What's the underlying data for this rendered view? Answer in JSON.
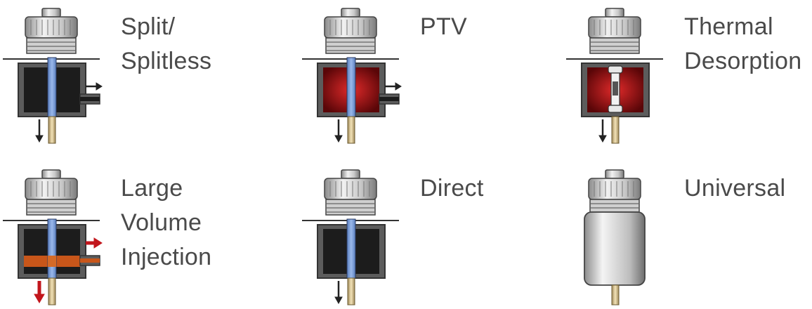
{
  "injectors": [
    {
      "id": "split-splitless",
      "label_lines": [
        "Split/",
        "Splitless"
      ],
      "body_color": "#1c1c1c",
      "arrow_color": "#222222",
      "variant": "split"
    },
    {
      "id": "ptv",
      "label_lines": [
        "PTV"
      ],
      "body_color": "#b0161c",
      "arrow_color": "#222222",
      "variant": "ptv"
    },
    {
      "id": "thermal-desorption",
      "label_lines": [
        "Thermal",
        "Desorption"
      ],
      "body_color": "#b0161c",
      "arrow_color": "#222222",
      "variant": "thermal"
    },
    {
      "id": "large-volume-injection",
      "label_lines": [
        "Large Volume",
        "Injection"
      ],
      "body_color": "#1c1c1c",
      "arrow_color": "#c2161c",
      "variant": "lvi"
    },
    {
      "id": "direct",
      "label_lines": [
        "Direct"
      ],
      "body_color": "#1c1c1c",
      "arrow_color": "#222222",
      "variant": "direct"
    },
    {
      "id": "universal",
      "label_lines": [
        "Universal"
      ],
      "body_color": "#d8d8d8",
      "arrow_color": "#222222",
      "variant": "universal"
    }
  ]
}
